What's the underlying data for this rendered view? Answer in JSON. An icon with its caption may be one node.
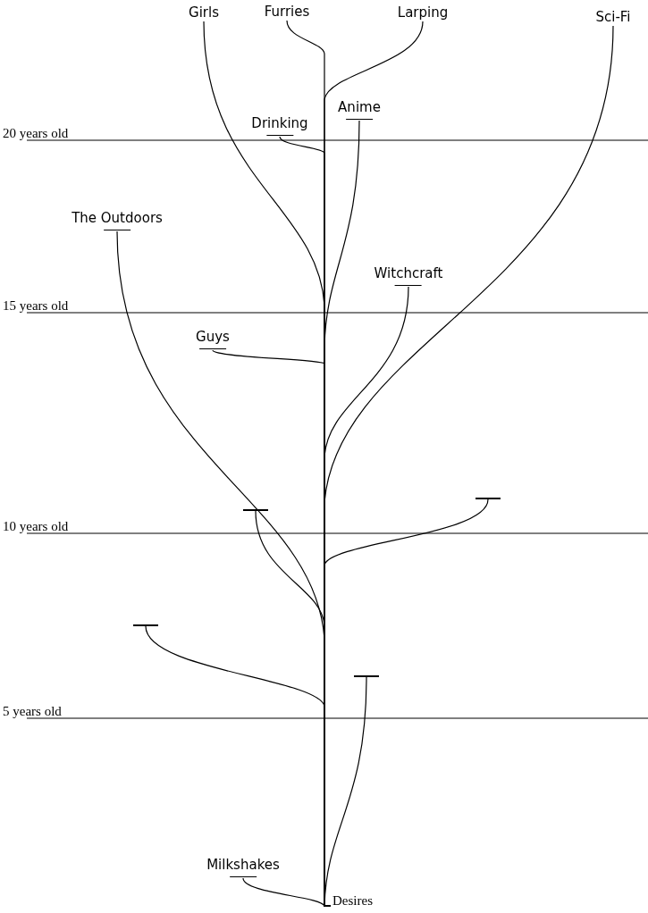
{
  "diagram": {
    "nodes": [
      {
        "text": [
          "Girls"
        ]
      },
      {
        "text": [
          "Furries"
        ]
      },
      {
        "text": [
          "Larping"
        ]
      },
      {
        "text": [
          "Sci-Fi"
        ]
      },
      {
        "text": [
          "Anime"
        ]
      },
      {
        "text": [
          "Drinking"
        ]
      },
      {
        "text": [
          "The Outdoors"
        ]
      },
      {
        "text": [
          "Witchcraft"
        ]
      },
      {
        "text": [
          "Guys"
        ]
      },
      {
        "text": [],
        "shape": "bar"
      },
      {
        "text": [],
        "shape": "bar"
      },
      {
        "text": [],
        "shape": "bar"
      },
      {
        "text": [],
        "shape": "bar"
      },
      {
        "text": [
          "Milkshakes"
        ]
      },
      {
        "text": [
          "Desires"
        ]
      }
    ],
    "edges": [
      {
        "from": 14,
        "to": 0,
        "arrow": "none"
      },
      {
        "from": 14,
        "to": 1,
        "arrow": "none"
      },
      {
        "from": 14,
        "to": 2,
        "arrow": "none"
      },
      {
        "from": 14,
        "to": 3,
        "arrow": "none"
      },
      {
        "from": 14,
        "to": 4,
        "arrow": "none"
      },
      {
        "from": 14,
        "to": 5,
        "arrow": "none"
      },
      {
        "from": 14,
        "to": 6,
        "arrow": "none"
      },
      {
        "from": 14,
        "to": 7,
        "arrow": "none"
      },
      {
        "from": 14,
        "to": 8,
        "arrow": "none"
      },
      {
        "from": 14,
        "to": 9,
        "arrow": "none"
      },
      {
        "from": 14,
        "to": 10,
        "arrow": "none"
      },
      {
        "from": 14,
        "to": 11,
        "arrow": "none"
      },
      {
        "from": 14,
        "to": 12,
        "arrow": "none"
      },
      {
        "from": 14,
        "to": 13,
        "arrow": "none"
      }
    ],
    "labels": [
      "20 years old",
      "15 years old",
      "10 years old",
      "5 years old"
    ]
  }
}
